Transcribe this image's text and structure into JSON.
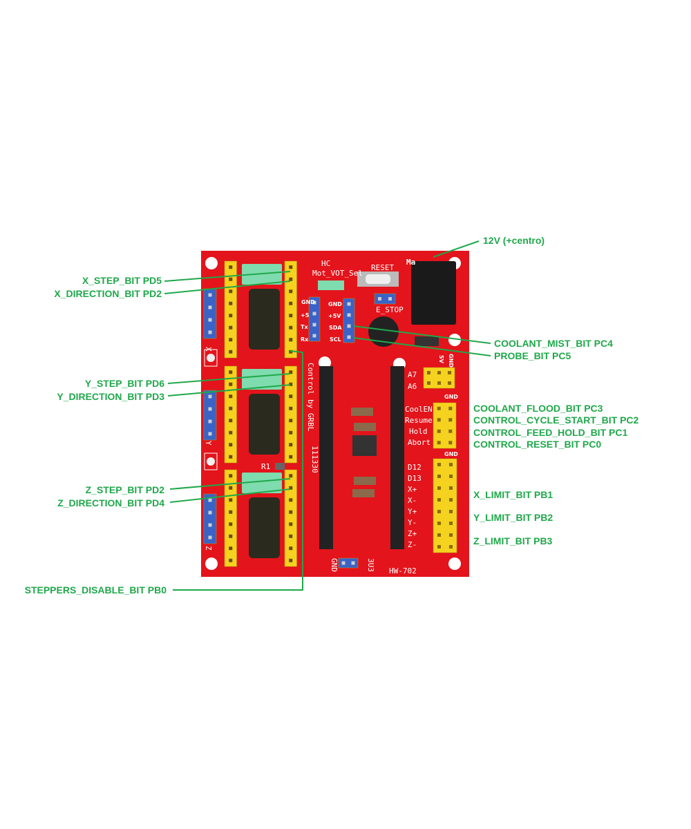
{
  "colors": {
    "board": "#e3141b",
    "label": "#1fa84a",
    "header_yellow": "#f5d21f",
    "header_blue": "#3a63c8",
    "jumper_green": "#7fdcae"
  },
  "labels_left": [
    {
      "text": "X_STEP_BIT PD5"
    },
    {
      "text": "X_DIRECTION_BIT PD2"
    },
    {
      "text": "Y_STEP_BIT PD6"
    },
    {
      "text": "Y_DIRECTION_BIT PD3"
    },
    {
      "text": "Z_STEP_BIT PD2"
    },
    {
      "text": "Z_DIRECTION_BIT PD4"
    },
    {
      "text": "STEPPERS_DISABLE_BIT PB0"
    }
  ],
  "labels_right": [
    {
      "text": "12V (+centro)"
    },
    {
      "text": "COOLANT_MIST_BIT PC4"
    },
    {
      "text": "PROBE_BIT PC5"
    },
    {
      "text": "COOLANT_FLOOD_BIT PC3"
    },
    {
      "text": "CONTROL_CYCLE_START_BIT PC2"
    },
    {
      "text": "CONTROL_FEED_HOLD_BIT PC1"
    },
    {
      "text": "CONTROL_RESET_BIT PC0"
    },
    {
      "text": "X_LIMIT_BIT PB1"
    },
    {
      "text": "Y_LIMIT_BIT PB2"
    },
    {
      "text": "Z_LIMIT_BIT PB3"
    }
  ],
  "board": {
    "hc": "HC",
    "mot_sel": "Mot_VOT_Sel",
    "reset": "RESET",
    "estop": "E_STOP",
    "i2c": [
      "GND",
      "+5V",
      "SDA",
      "SCL"
    ],
    "uart": [
      "GND",
      "+5",
      "Tx",
      "Rx"
    ],
    "control_by": "Control by GRBL",
    "code": "111330",
    "a7": "A7",
    "a6": "A6",
    "v5": "5V",
    "gnd": "GND",
    "gnd2": "GND",
    "gnd3": "GND",
    "ctrl": [
      "CoolEN",
      "Resume",
      "Hold",
      "Abort"
    ],
    "limits": [
      "D12",
      "D13",
      "X+",
      "X-",
      "Y+",
      "Y-",
      "Z+",
      "Z-"
    ],
    "model": "HW-702",
    "gnd_bottom": "GND",
    "v33": "3U3",
    "axis_x": "X",
    "axis_y": "Y",
    "axis_z": "Z",
    "r1": "R1",
    "power": "Ma"
  }
}
